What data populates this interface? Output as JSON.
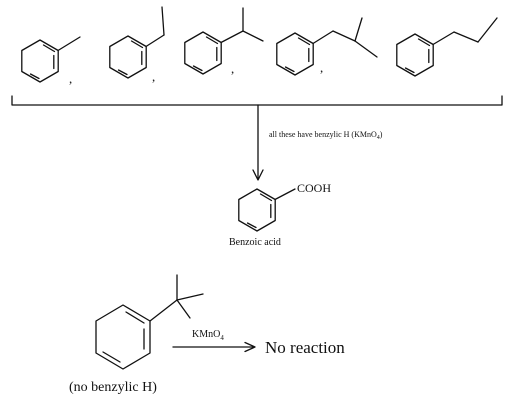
{
  "diagram": {
    "top_row_separator": ",",
    "reaction_note": "all these have benzylic H (KMnO",
    "reaction_note_subscript": "4",
    "reaction_note_close": ")",
    "product_group": "COOH",
    "product_name": "Benzoic acid",
    "reagent_main": "KMnO",
    "reagent_subscript": "4",
    "result": "No reaction",
    "substrate_note": "(no benzylic H)"
  }
}
